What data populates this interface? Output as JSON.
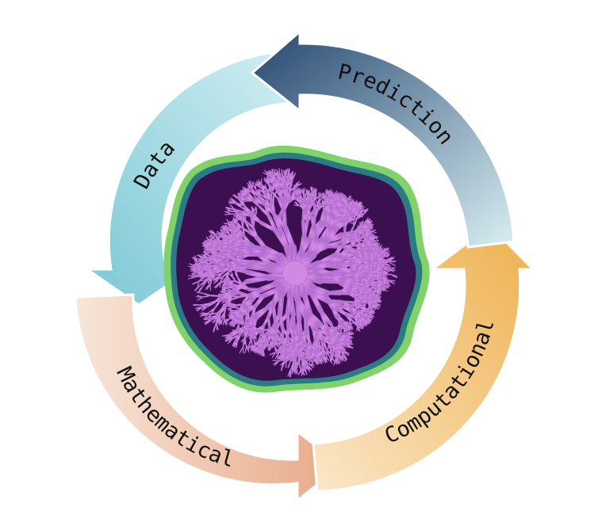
{
  "cycle": {
    "stages": [
      {
        "id": "data",
        "label": "Data",
        "color_start": "#7cc8d4",
        "color_end": "#cfedf2"
      },
      {
        "id": "mathematical",
        "label": "Mathematical",
        "color_start": "#f6e2d4",
        "color_end": "#e9ae8e"
      },
      {
        "id": "computational",
        "label": "Computational",
        "color_start": "#f9e3bf",
        "color_end": "#f0b456"
      },
      {
        "id": "prediction",
        "label": "Prediction",
        "color_start": "#cfe9ef",
        "color_end": "#2c4c76"
      }
    ]
  },
  "center_image": {
    "description_icon": "fractal-colony-image",
    "colors": {
      "branch": "#c27ad8",
      "background": "#3c1050",
      "rim": "#7cd36a"
    }
  }
}
